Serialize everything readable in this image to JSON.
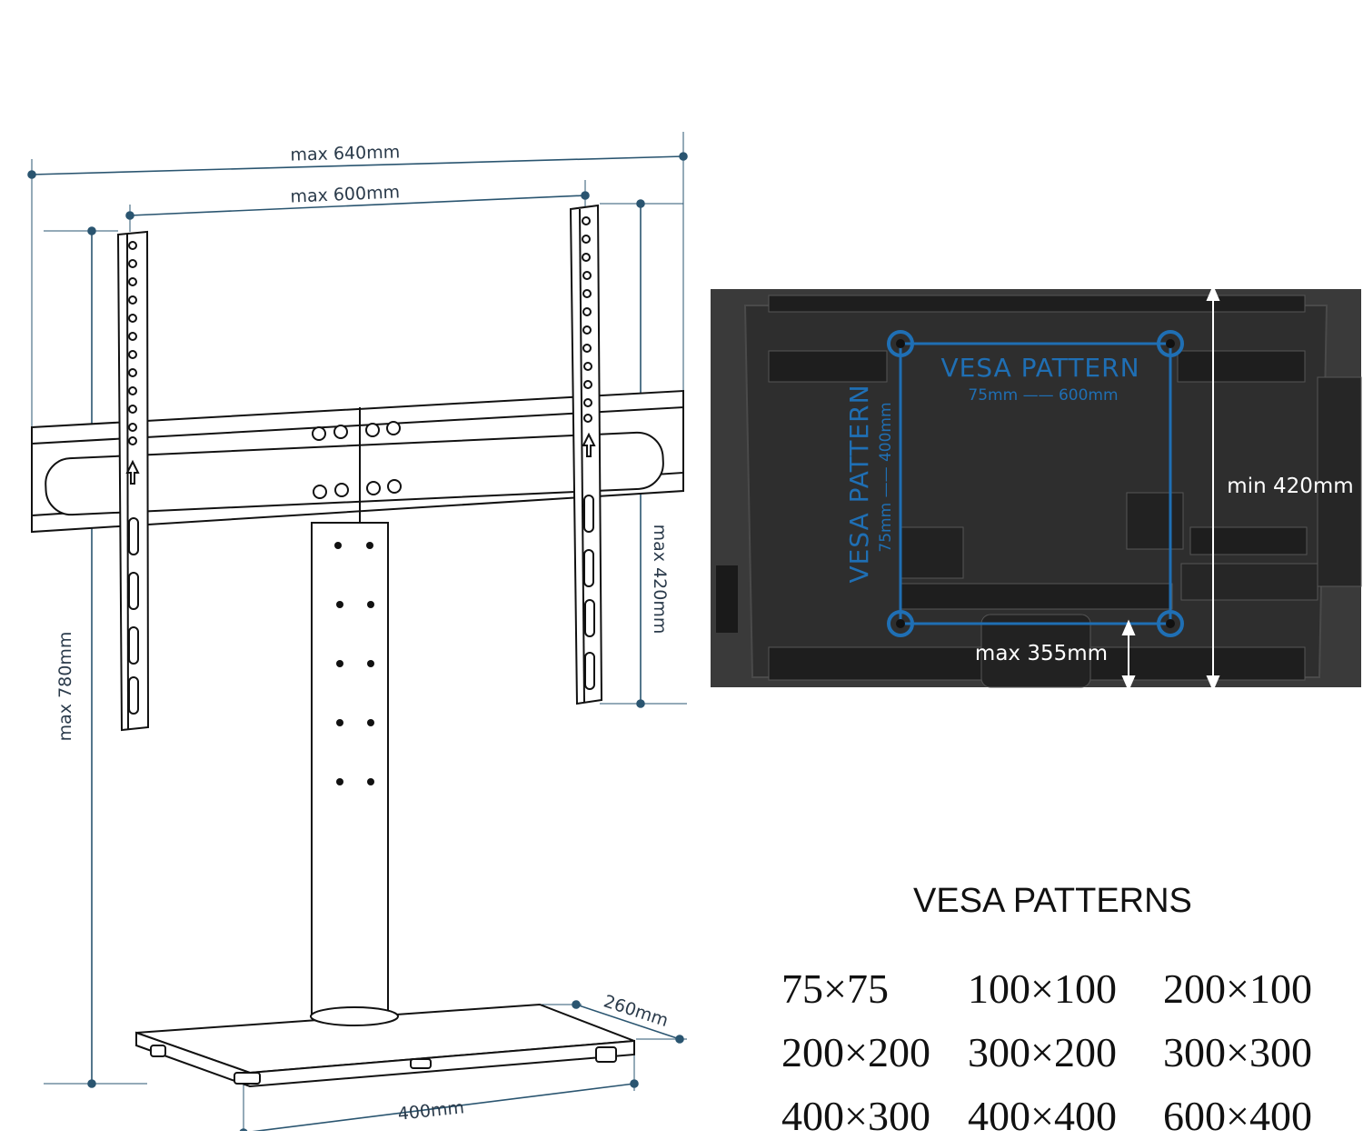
{
  "dimensions": {
    "width_max_outer": "max 640mm",
    "width_max_inner": "max 600mm",
    "height_max": "max 780mm",
    "bracket_height_max": "max 420mm",
    "base_width": "400mm",
    "base_depth": "260mm"
  },
  "tv_labels": {
    "vesa_horizontal": "VESA PATTERN",
    "vesa_horizontal_range": "75mm —— 600mm",
    "vesa_vertical": "VESA PATTERN",
    "vesa_vertical_range": "75mm —— 400mm",
    "min_height": "min 420mm",
    "max_bottom": "max 355mm"
  },
  "vesa_patterns": {
    "title": "VESA PATTERNS",
    "items": [
      "75×75",
      "100×100",
      "200×100",
      "200×200",
      "300×200",
      "300×300",
      "400×300",
      "400×400",
      "600×400"
    ]
  },
  "colors": {
    "dimension_line": "#2a5570",
    "vesa_blue": "#1f6fb4",
    "tv_body": "#333333",
    "outline": "#111111"
  }
}
